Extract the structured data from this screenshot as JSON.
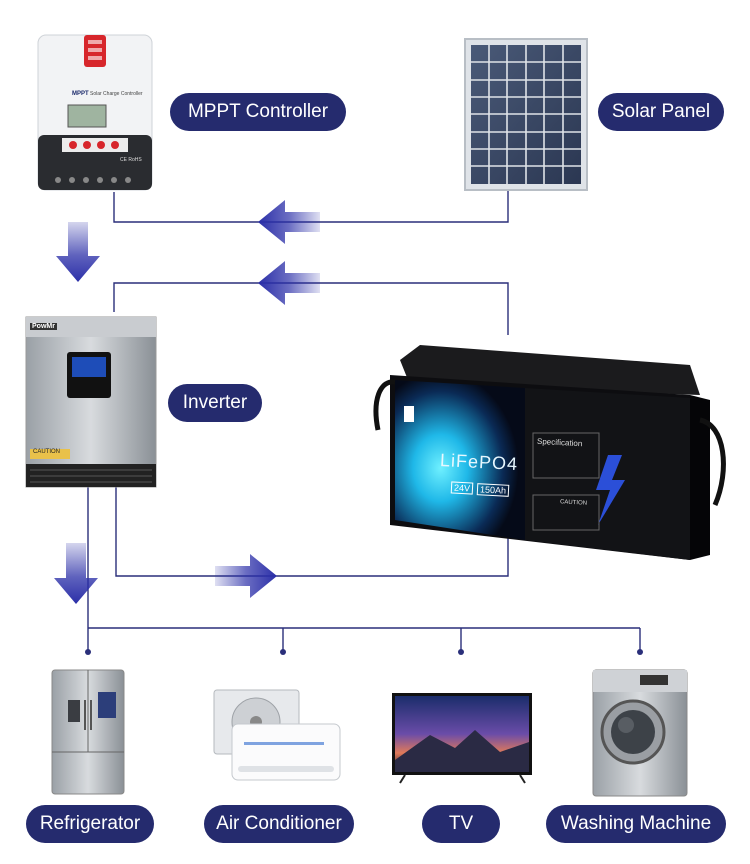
{
  "labels": {
    "mppt": "MPPT Controller",
    "solar": "Solar Panel",
    "inverter": "Inverter",
    "refrigerator": "Refrigerator",
    "air_conditioner": "Air Conditioner",
    "tv": "TV",
    "washing_machine": "Washing Machine"
  },
  "device_text": {
    "mppt_brand": "MPPT",
    "mppt_model": "Solar Charge Controller",
    "mppt_ce": "CE RoHS",
    "inverter_brand": "PowMr",
    "inverter_caution": "CAUTION",
    "battery_chem": "LiFePO4",
    "battery_voltage": "24V",
    "battery_capacity": "150Ah",
    "battery_spec_title": "Specification",
    "battery_caution": "CAUTION"
  },
  "colors": {
    "pill_bg": "#252b6e",
    "wire": "#2a2f7a",
    "arrow": "#2b2fa8",
    "battery_accent": "#1fb8e8"
  }
}
